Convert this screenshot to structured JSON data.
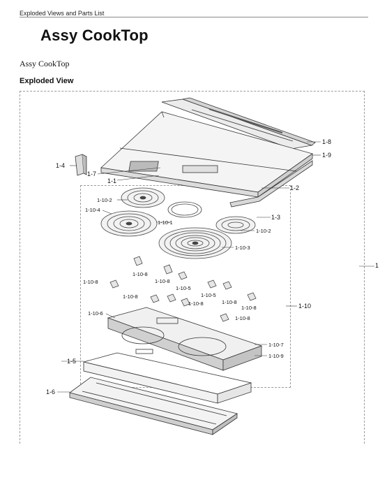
{
  "header": {
    "running_title": "Exploded Views and Parts List"
  },
  "page": {
    "title": "Assy CookTop",
    "subtitle": "Assy CookTop",
    "section_heading": "Exploded View"
  },
  "callouts": {
    "c1": "1",
    "c1_1": "1-1",
    "c1_2": "1-2",
    "c1_3": "1-3",
    "c1_4": "1-4",
    "c1_5": "1-5",
    "c1_6": "1-6",
    "c1_7": "1-7",
    "c1_8": "1-8",
    "c1_9": "1-9",
    "c1_10": "1-10",
    "c1_10_1": "1-10-1",
    "c1_10_2a": "1-10-2",
    "c1_10_2b": "1-10-2",
    "c1_10_3": "1-10-3",
    "c1_10_4": "1-10-4",
    "c1_10_5a": "1-10-5",
    "c1_10_5b": "1-10-5",
    "c1_10_6": "1-10-6",
    "c1_10_7": "1-10-7",
    "c1_10_8a": "1-10-8",
    "c1_10_8b": "1-10-8",
    "c1_10_8c": "1-10-8",
    "c1_10_8d": "1-10-8",
    "c1_10_8e": "1-10-8",
    "c1_10_8f": "1-10-8",
    "c1_10_8g": "1-10-8",
    "c1_10_8h": "1-10-8",
    "c1_10_9": "1-10-9"
  }
}
